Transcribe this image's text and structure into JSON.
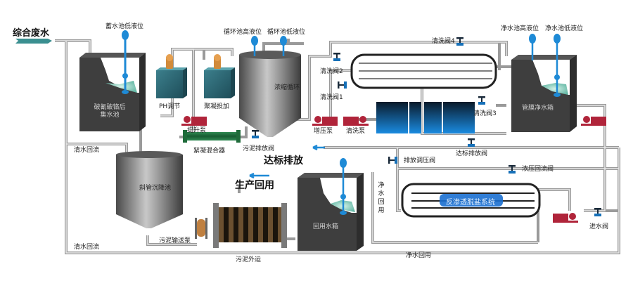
{
  "title": "综合废水处理工艺流程",
  "inlet": {
    "label": "综合废水"
  },
  "tanks": {
    "collection": {
      "label_line1": "破氰破铬后",
      "label_line2": "集水池",
      "level": "蓄水池低液位"
    },
    "ph": {
      "label": "PH调节"
    },
    "coag": {
      "label": "聚凝投加"
    },
    "circ": {
      "label": "浓缩循环",
      "level_high": "循环池高液位",
      "level_low": "循环池低液位"
    },
    "membrane_clean": {
      "label": "管膜净水箱",
      "level_high": "净水池高液位",
      "level_low": "净水池低液位"
    },
    "settle": {
      "label": "斜管沉降池"
    },
    "reuse": {
      "label": "回用水箱"
    },
    "ro": {
      "label": "反渗透脱盐系统"
    }
  },
  "pumps": {
    "lift": "提升泵",
    "booster": "增压泵",
    "wash": "清洗泵",
    "sludge": "污泥输送泵"
  },
  "equipment": {
    "mixer": "絮凝混合器",
    "sludge_out": "污泥外运"
  },
  "valves": {
    "v1": "清洗阀1",
    "v2": "清洗阀2",
    "v3": "清洗阀3",
    "v4": "清洗阀4",
    "sludge_drain": "污泥排放阀",
    "standard_drain": "达标排放阀",
    "drain_pressure": "排放调压阀",
    "conc_return": "浓压回流阀",
    "inlet": "进水阀"
  },
  "flows": {
    "discharge": "达标排放",
    "reuse": "生产回用",
    "clean_return_1": "清水回流",
    "clean_return_2": "清水回流",
    "pure_return_h": "净水回用",
    "pure_return_v": [
      "净",
      "水",
      "回",
      "用"
    ]
  },
  "colors": {
    "pipe": "#b9b9b9",
    "tank_dark": "#3e3e3e",
    "level_blue": "#1e8ad6",
    "pump_red": "#b0243a",
    "valve_blue": "#1670b8",
    "mixer_green": "#1f6b3a",
    "arrow_teal": "#3a8f90"
  }
}
